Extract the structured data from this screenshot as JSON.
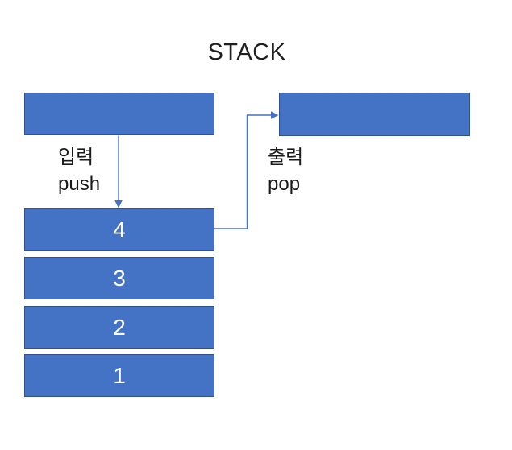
{
  "diagram": {
    "title": "STACK",
    "labels": {
      "input_korean": "입력",
      "input_english": "push",
      "output_korean": "출력",
      "output_english": "pop"
    },
    "stack_items": [
      "4",
      "3",
      "2",
      "1"
    ],
    "top_boxes": {
      "input_staging_box_text": "",
      "output_result_box_text": ""
    },
    "colors": {
      "background": "#ffffff",
      "box_fill": "#4472C4",
      "box_border": "#2F528F",
      "arrow": "#4472C4",
      "label_text": "#1a1a1a",
      "number_text": "#ffffff"
    }
  }
}
